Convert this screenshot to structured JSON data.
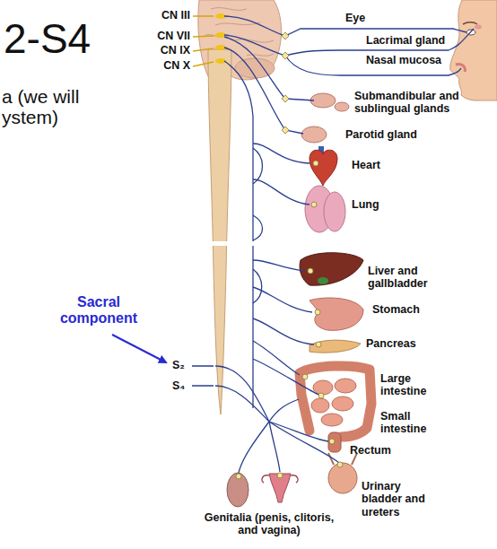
{
  "diagram": {
    "title": "2-S4",
    "labels": [
      "a (we will",
      "ystem)",
      "CN III",
      "CN VII",
      "CN IX",
      "CN X",
      "Eye",
      "Lacrimal gland",
      "Nasal mucosa",
      "Submandibular and sublingual glands",
      "Parotid gland",
      "Heart",
      "Lung",
      "Liver and gallbladder",
      "Stomach",
      "Pancreas",
      "Large intestine",
      "Small intestine",
      "Rectum",
      "Urinary bladder and ureters",
      "Genitalia (penis, clitoris, and vagina)",
      "Sacral component",
      "S₂",
      "S₄"
    ]
  }
}
